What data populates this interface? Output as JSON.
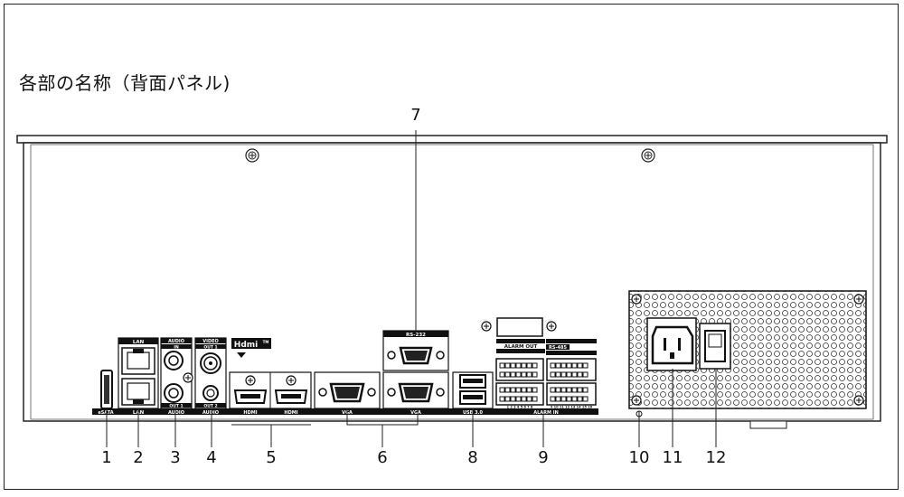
{
  "title": "各部の名称（背面パネル)",
  "ports": {
    "esata": "eSATA",
    "lan_top": "LAN",
    "lan_bottom": "LAN",
    "audio_top": "AUDIO",
    "audio_in": "IN",
    "audio_bottom": "AUDIO",
    "audio_out": "OUT 1",
    "video_top": "VIDEO",
    "video_out": "OUT 1",
    "audio2_bottom": "AUDIO",
    "audio2_out": "OUT 2",
    "hdmi_logo": "Hdmi",
    "hdmi_tm": "TM",
    "hdmi1": "HDMI",
    "hdmi2": "HDMI",
    "vga1": "VGA",
    "vga2": "VGA",
    "rs232": "RS-232",
    "usb": "USB 3.0",
    "alarm_out": "ALARM OUT",
    "rs485": "RS-485",
    "alarm_in": "ALARM IN",
    "alarm_in_nums_left": "1 2 3 4 5 6 7 8",
    "alarm_in_nums_right": "9 10 11 12 13 14 15 16"
  },
  "callouts": [
    "1",
    "2",
    "3",
    "4",
    "5",
    "6",
    "7",
    "8",
    "9",
    "10",
    "11",
    "12"
  ]
}
